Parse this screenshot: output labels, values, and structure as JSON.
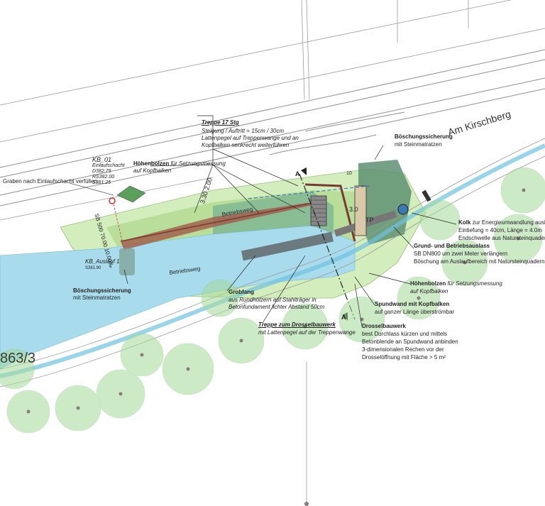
{
  "colors": {
    "water": "#a8dcec",
    "water_dark": "#6fc2df",
    "green_area": "#b9df9a",
    "green_light": "#d7efc0",
    "tree": "#a6da9a",
    "concrete": "#8a8a8a",
    "dark_zone": "#6aa58d",
    "leader": "#222222",
    "road_line": "#9a9a9a"
  },
  "street_name": "Am Kirschberg",
  "parcel_number": "863/3",
  "kb01": {
    "title": "KB_01",
    "l1": "Einlaufschacht",
    "l2": "D382.75",
    "l3": "RS382.00",
    "l4": "S381.25"
  },
  "graben": "Graben nach Einlaufschacht verfüllen",
  "pipe_label": "SB 500",
  "pipe_len": "70.00",
  "pipe_slope": "10.00‰",
  "kb_auslauf": {
    "title": "KB_Auslauf 1",
    "sub": "S381.90"
  },
  "boeschung_left": {
    "title": "Böschungssicherung",
    "sub": "mit Steinmatratzen"
  },
  "hoehenbolzen_top": {
    "title": "Höhenbolzen",
    "title_rest": "für Setzungsmessung",
    "sub": "auf Kopfbalken"
  },
  "treppe": {
    "title": "Treppe 17 Stg",
    "l1": "Steigung / Auftritt = 15cm / 30cm",
    "l2": "Lattenpegel auf Treppenwange und an",
    "l3": "Kopfbalken senkrecht weiterführen"
  },
  "betriebsweg_1": "Betriebsweg",
  "betriebsweg_2": "Betriebsweg",
  "dim_330": "3.30",
  "dim_200": "2.00",
  "dim_30": "3.0",
  "dim_10": "10",
  "section_a": "A",
  "tp_label": "TP",
  "grobfang": {
    "title": "Grobfang",
    "l1": "aus Rundhölzern auf Stahlträger in",
    "l2": "Betonfundament lichter Abstand 50cm"
  },
  "treppe_drossel": {
    "title": "Treppe zum Drosselbauwerk",
    "sub": "mit Lattenpegel auf der Treppenwange"
  },
  "boeschung_right": {
    "title": "Böschungssicherung",
    "sub": "mit Steinmatratzen"
  },
  "kolk": {
    "title": "Kolk",
    "title_rest": "zur Energieumwandlung ausbilden",
    "l1": "Eintiefung = 40cm, Länge = 4.0m",
    "l2": "Endschwelle aus Natursteinquadern"
  },
  "grund": {
    "title": "Grund- und Betriebsauslass",
    "l1": "SB DN800 um zwei Meter verlängern",
    "l2": "Böschung am Auslaufbereich mit Natursteinquadern abfangen"
  },
  "hoehenbolzen_right": {
    "title": "Höhenbolzen",
    "title_rest": "für Setzungsmessung",
    "sub": "auf Kopfbalken"
  },
  "spundwand": {
    "title": "Spundwand mit Kopfbalken",
    "sub": "auf ganzer Länge überströmbar"
  },
  "drossel": {
    "title": "Drosselbauwerk",
    "l1": "best Durchlass kürzen und mittels",
    "l2": "Betonblende an Spundwand anbinden",
    "l3": "3-dimensionalen Rechen vor der",
    "l4": "Drosselöffnung mit Fläche > 5 m²"
  }
}
